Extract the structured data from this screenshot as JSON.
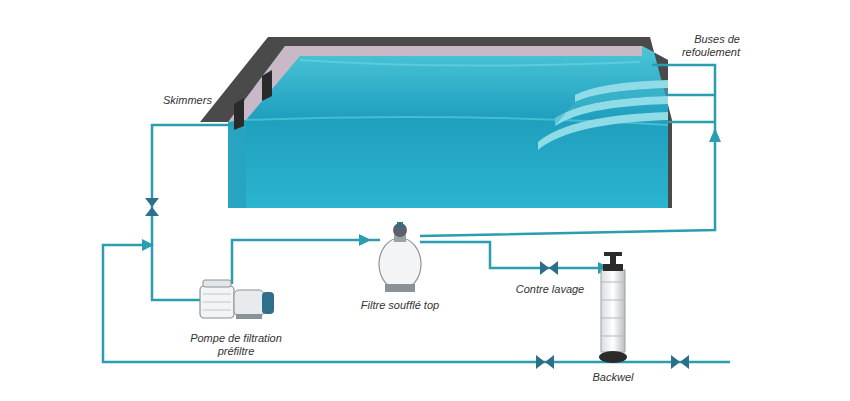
{
  "diagram": {
    "labels": [
      "Skimmers",
      "Buses de refoulement",
      "Pompe de filtration préfiltre",
      "Filtre soufflé top",
      "Contre lavage",
      "Backwel"
    ]
  }
}
